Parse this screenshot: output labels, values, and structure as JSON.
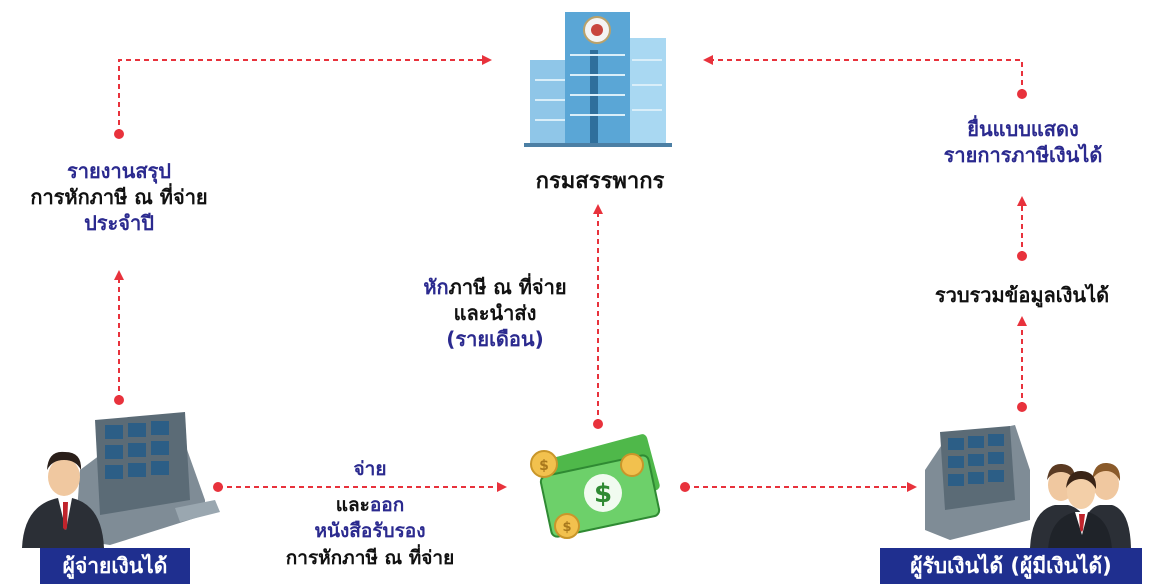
{
  "nodes": {
    "revenue_department": "กรมสรรพากร",
    "payer": "ผู้จ่ายเงินได้",
    "payee": "ผู้รับเงินได้ (ผู้มีเงินได้)"
  },
  "labels": {
    "annual_report": {
      "line1": "รายงานสรุป",
      "line2": "การหักภาษี ณ ที่จ่าย",
      "line3": "ประจำปี"
    },
    "withhold_remit": {
      "line1_prefix": "หัก",
      "line1_rest": "ภาษี ณ ที่จ่าย",
      "line2": "และนำส่ง",
      "line3": "(รายเดือน)"
    },
    "file_return": {
      "line1": "ยื่นแบบแสดง",
      "line2": "รายการภาษีเงินได้"
    },
    "collect_income": "รวบรวมข้อมูลเงินได้",
    "pay_and_issue": {
      "line1": "จ่าย",
      "line2_prefix": "และ",
      "line2_rest": "ออก",
      "line3": "หนังสือรับรอง",
      "line4": "การหักภาษี ณ ที่จ่าย"
    }
  },
  "colors": {
    "arrow": "#e8323c",
    "label_blue": "#2b2a8f",
    "badge_bg": "#1f2f8f"
  }
}
